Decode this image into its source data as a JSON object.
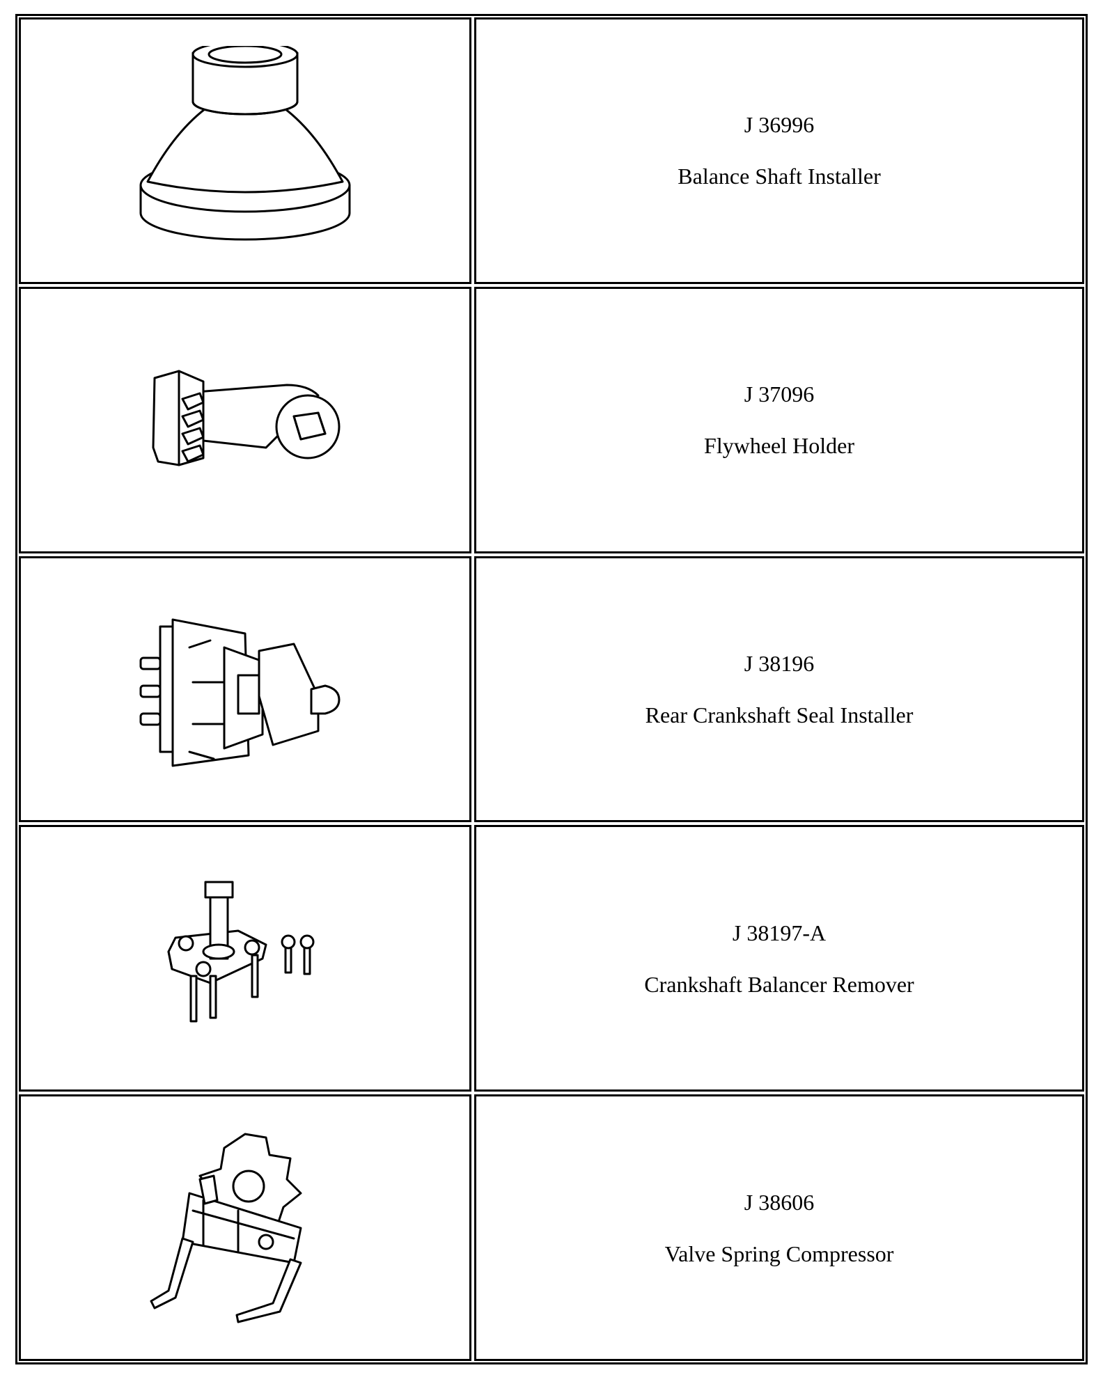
{
  "tools": [
    {
      "number": "J 36996",
      "name": "Balance Shaft Installer",
      "illustration": "balance-shaft-installer-drawing"
    },
    {
      "number": "J 37096",
      "name": "Flywheel Holder",
      "illustration": "flywheel-holder-drawing"
    },
    {
      "number": "J 38196",
      "name": "Rear Crankshaft Seal Installer",
      "illustration": "rear-crankshaft-seal-installer-drawing"
    },
    {
      "number": "J 38197-A",
      "name": "Crankshaft Balancer Remover",
      "illustration": "crankshaft-balancer-remover-drawing"
    },
    {
      "number": "J 38606",
      "name": "Valve Spring Compressor",
      "illustration": "valve-spring-compressor-drawing"
    }
  ]
}
